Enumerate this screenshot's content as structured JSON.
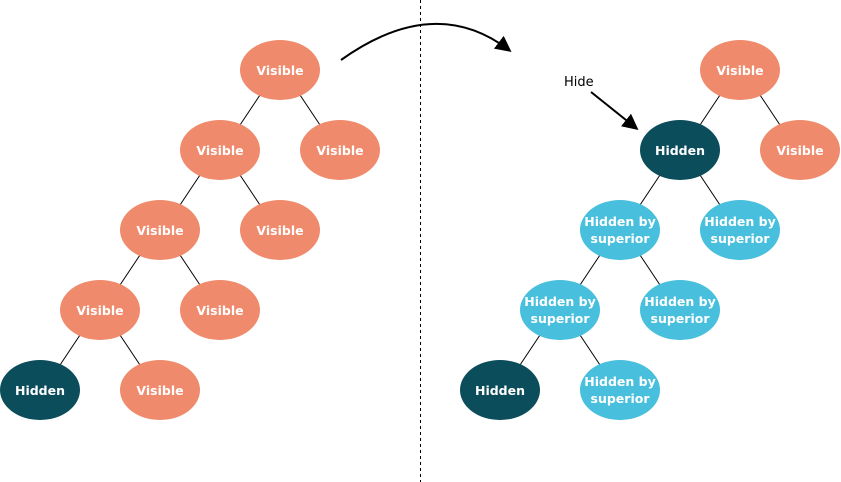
{
  "colors": {
    "visible": "#f08a6c",
    "hidden": "#0b4d5a",
    "hidden_by_superior": "#47bfdd",
    "line": "#000000",
    "text": "#ffffff"
  },
  "labels": {
    "visible": "Visible",
    "hidden": "Hidden",
    "hidden_by_superior": [
      "Hidden by",
      "superior"
    ]
  },
  "annotation": {
    "hide_label": "Hide"
  },
  "left_tree": {
    "nodes": [
      {
        "id": "l-root",
        "state": "visible",
        "parent": null
      },
      {
        "id": "l-a",
        "state": "visible",
        "parent": "l-root"
      },
      {
        "id": "l-a-sib",
        "state": "visible",
        "parent": "l-root"
      },
      {
        "id": "l-b",
        "state": "visible",
        "parent": "l-a"
      },
      {
        "id": "l-b-sib",
        "state": "visible",
        "parent": "l-a"
      },
      {
        "id": "l-c",
        "state": "visible",
        "parent": "l-b"
      },
      {
        "id": "l-c-sib",
        "state": "visible",
        "parent": "l-b"
      },
      {
        "id": "l-d",
        "state": "visible",
        "parent": "l-c"
      },
      {
        "id": "l-d-sib",
        "state": "visible",
        "parent": "l-c"
      },
      {
        "id": "l-e",
        "state": "hidden",
        "parent": "l-d"
      },
      {
        "id": "l-e-sib",
        "state": "visible",
        "parent": "l-d"
      }
    ]
  },
  "right_tree": {
    "nodes": [
      {
        "id": "r-root",
        "state": "visible",
        "parent": null
      },
      {
        "id": "r-a",
        "state": "hidden",
        "parent": "r-root"
      },
      {
        "id": "r-a-sib",
        "state": "visible",
        "parent": "r-root"
      },
      {
        "id": "r-b",
        "state": "hidden_by_superior",
        "parent": "r-a"
      },
      {
        "id": "r-b-sib",
        "state": "hidden_by_superior",
        "parent": "r-a"
      },
      {
        "id": "r-c",
        "state": "hidden_by_superior",
        "parent": "r-b"
      },
      {
        "id": "r-c-sib",
        "state": "hidden_by_superior",
        "parent": "r-b"
      },
      {
        "id": "r-d",
        "state": "hidden",
        "parent": "r-c"
      },
      {
        "id": "r-d-sib",
        "state": "hidden_by_superior",
        "parent": "r-c"
      }
    ]
  }
}
